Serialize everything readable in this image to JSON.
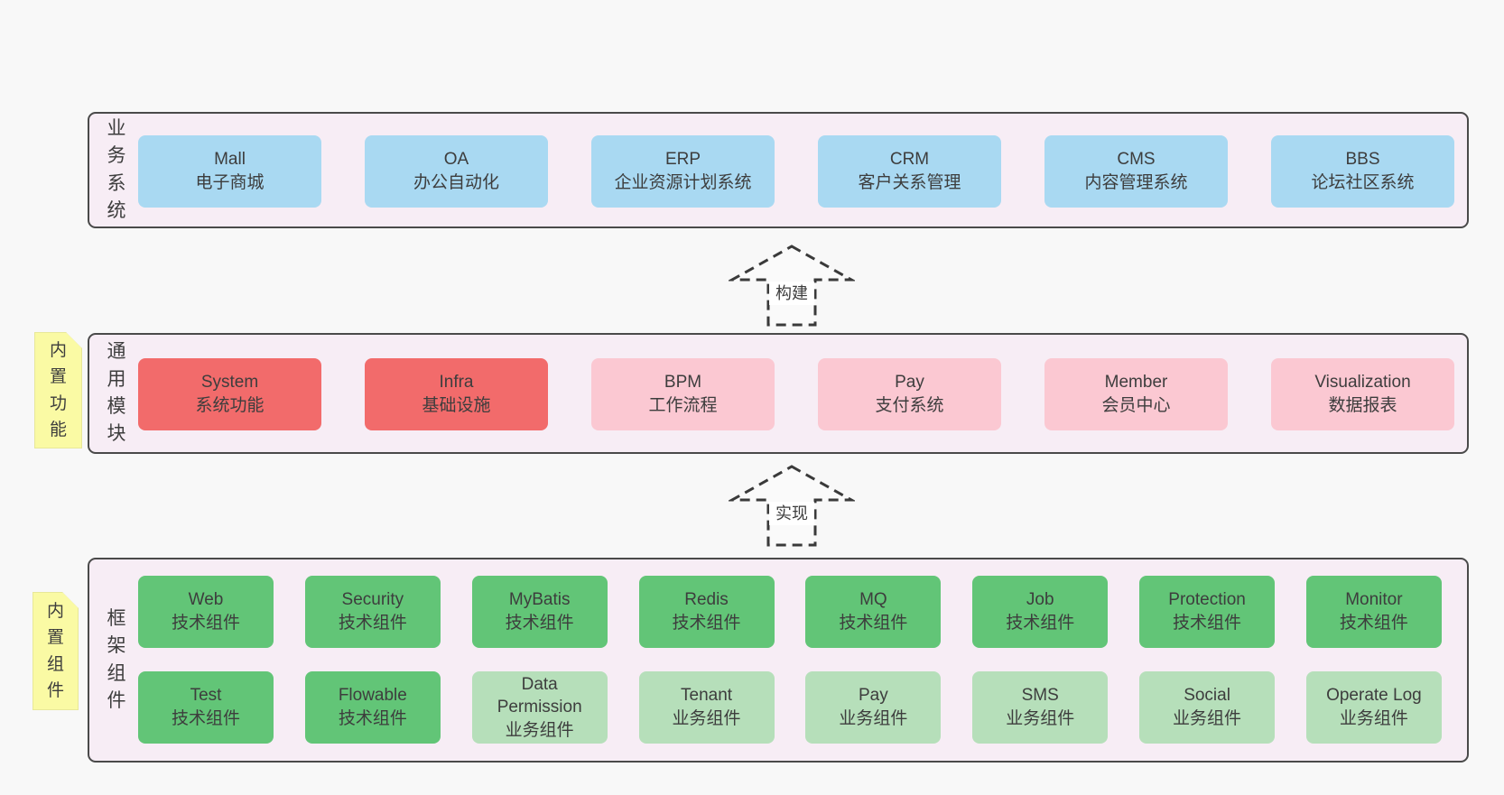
{
  "palette": {
    "page_bg": "#f8f8f8",
    "panel_bg": "#f7edf5",
    "panel_border": "#4a4a4a",
    "blue": "#a9d9f2",
    "red": "#f26b6b",
    "pink": "#fbc8d2",
    "green": "#62c577",
    "light_green": "#b6dfba",
    "yellow": "#fafaa4",
    "fold_gray": "#c9c9c9",
    "text": "#3d3d3d",
    "arrow_stroke": "#3a3a3a"
  },
  "layers": [
    {
      "label": "业务系统",
      "rows": [
        [
          {
            "title": "Mall",
            "subtitle": "电子商城",
            "variant": "blue"
          },
          {
            "title": "OA",
            "subtitle": "办公自动化",
            "variant": "blue"
          },
          {
            "title": "ERP",
            "subtitle": "企业资源计划系统",
            "variant": "blue"
          },
          {
            "title": "CRM",
            "subtitle": "客户关系管理",
            "variant": "blue"
          },
          {
            "title": "CMS",
            "subtitle": "内容管理系统",
            "variant": "blue"
          },
          {
            "title": "BBS",
            "subtitle": "论坛社区系统",
            "variant": "blue"
          }
        ]
      ]
    },
    {
      "label": "通用模块",
      "sticky": "内置功能",
      "rows": [
        [
          {
            "title": "System",
            "subtitle": "系统功能",
            "variant": "red"
          },
          {
            "title": "Infra",
            "subtitle": "基础设施",
            "variant": "red"
          },
          {
            "title": "BPM",
            "subtitle": "工作流程",
            "variant": "pink"
          },
          {
            "title": "Pay",
            "subtitle": "支付系统",
            "variant": "pink"
          },
          {
            "title": "Member",
            "subtitle": "会员中心",
            "variant": "pink"
          },
          {
            "title": "Visualization",
            "subtitle": "数据报表",
            "variant": "pink"
          }
        ]
      ]
    },
    {
      "label": "框架组件",
      "sticky": "内置组件",
      "rows": [
        [
          {
            "title": "Web",
            "subtitle": "技术组件",
            "variant": "green"
          },
          {
            "title": "Security",
            "subtitle": "技术组件",
            "variant": "green"
          },
          {
            "title": "MyBatis",
            "subtitle": "技术组件",
            "variant": "green"
          },
          {
            "title": "Redis",
            "subtitle": "技术组件",
            "variant": "green"
          },
          {
            "title": "MQ",
            "subtitle": "技术组件",
            "variant": "green"
          },
          {
            "title": "Job",
            "subtitle": "技术组件",
            "variant": "green"
          },
          {
            "title": "Protection",
            "subtitle": "技术组件",
            "variant": "green"
          },
          {
            "title": "Monitor",
            "subtitle": "技术组件",
            "variant": "green"
          }
        ],
        [
          {
            "title": "Test",
            "subtitle": "技术组件",
            "variant": "green"
          },
          {
            "title": "Flowable",
            "subtitle": "技术组件",
            "variant": "green"
          },
          {
            "title": "Data Permission",
            "subtitle": "业务组件",
            "variant": "lgreen"
          },
          {
            "title": "Tenant",
            "subtitle": "业务组件",
            "variant": "lgreen"
          },
          {
            "title": "Pay",
            "subtitle": "业务组件",
            "variant": "lgreen"
          },
          {
            "title": "SMS",
            "subtitle": "业务组件",
            "variant": "lgreen"
          },
          {
            "title": "Social",
            "subtitle": "业务组件",
            "variant": "lgreen"
          },
          {
            "title": "Operate Log",
            "subtitle": "业务组件",
            "variant": "lgreen"
          }
        ]
      ]
    }
  ],
  "arrows": [
    {
      "label": "构建"
    },
    {
      "label": "实现"
    }
  ]
}
